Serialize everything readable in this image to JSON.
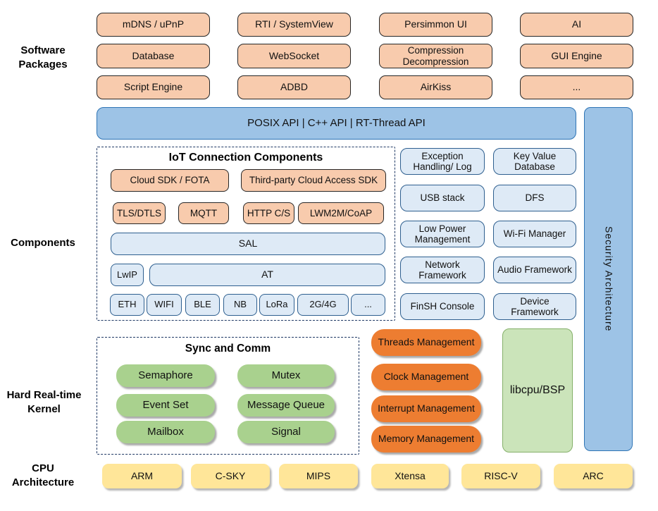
{
  "side_labels": {
    "software_packages": [
      "Software",
      "Packages"
    ],
    "components": "Components",
    "kernel": [
      "Hard Real-time",
      "Kernel"
    ],
    "cpu": [
      "CPU",
      "Architecture"
    ]
  },
  "software_packages": {
    "row_major": [
      "mDNS / uPnP",
      "RTI / SystemView",
      "Persimmon UI",
      "AI",
      "Database",
      "WebSocket",
      "Compression Decompression",
      "GUI Engine",
      "Script Engine",
      "ADBD",
      "AirKiss",
      "..."
    ]
  },
  "api_bar": {
    "label": "POSIX API  |  C++ API  |  RT-Thread API"
  },
  "security": {
    "label": "Security Architecture"
  },
  "iot": {
    "title": "IoT Connection Components",
    "cloud_sdk": "Cloud SDK / FOTA",
    "third_party": "Third-party Cloud Access SDK",
    "protocols": [
      "TLS/DTLS",
      "MQTT",
      "HTTP C/S",
      "LWM2M/CoAP"
    ],
    "sal": "SAL",
    "lwip": "LwIP",
    "at": "AT",
    "links": [
      "ETH",
      "WIFI",
      "BLE",
      "NB",
      "LoRa",
      "2G/4G",
      "..."
    ]
  },
  "components_right": {
    "items": [
      "Exception Handling/ Log",
      "Key Value Database",
      "USB stack",
      "DFS",
      "Low Power Management",
      "Wi-Fi Manager",
      "Network Framework",
      "Audio Framework",
      "FinSH Console",
      "Device Framework"
    ]
  },
  "kernel": {
    "sync_title": "Sync and Comm",
    "sync_items": [
      "Semaphore",
      "Mutex",
      "Event Set",
      "Message Queue",
      "Mailbox",
      "Signal"
    ],
    "mgmt_items": [
      "Threads Management",
      "Clock Management",
      "Interrupt Management",
      "Memory Management"
    ],
    "libcpu": "libcpu/BSP"
  },
  "cpu": {
    "items": [
      "ARM",
      "C-SKY",
      "MIPS",
      "Xtensa",
      "RISC-V",
      "ARC"
    ]
  },
  "colors": {
    "package_fill": "#F8CBAD",
    "package_border": "#262626",
    "api_fill": "#9DC3E6",
    "api_border": "#2E74B5",
    "component_fill": "#DEEAF6",
    "component_border": "#2E5F8F",
    "sync_fill": "#A9D18E",
    "mgmt_fill": "#ED7D31",
    "libcpu_fill": "#CBE4BA",
    "libcpu_border": "#85B06A",
    "cpu_fill": "#FFE699",
    "dashed_border": "#1F3864"
  }
}
